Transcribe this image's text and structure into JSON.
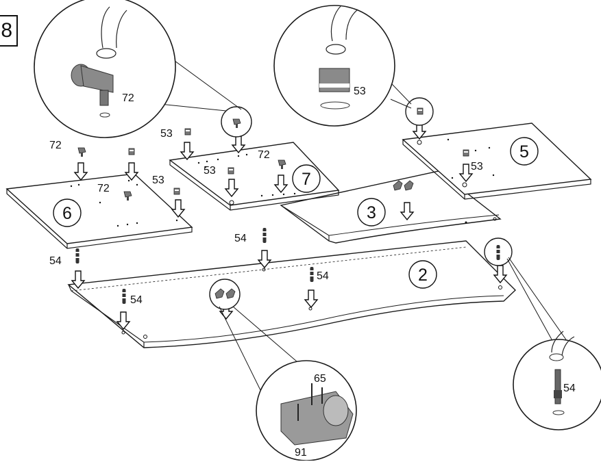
{
  "step": "8",
  "panels": {
    "p2": "2",
    "p3": "3",
    "p5": "5",
    "p6": "6",
    "p7": "7"
  },
  "parts": {
    "cam_lock": "72",
    "cam_nut": "53",
    "dowel": "54",
    "bracket": "91",
    "screw": "65"
  },
  "colors": {
    "line": "#1a1a1a",
    "part_gray": "#8a8a8a",
    "panel_fill": "#ffffff"
  }
}
